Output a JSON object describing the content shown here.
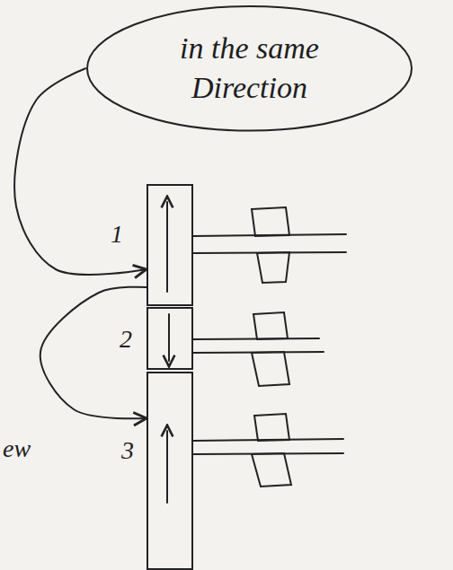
{
  "diagram": {
    "nodes": [
      {
        "text": [
          "in the same Direction"
        ]
      },
      {
        "text": [
          "1"
        ]
      },
      {
        "text": [
          "2"
        ]
      },
      {
        "text": [
          "3"
        ]
      }
    ],
    "edges": [
      {
        "from": 0,
        "to": 1,
        "arrow": "to"
      },
      {
        "from": 1,
        "to": 3,
        "arrow": "to"
      }
    ],
    "labels": [
      "ew"
    ]
  }
}
